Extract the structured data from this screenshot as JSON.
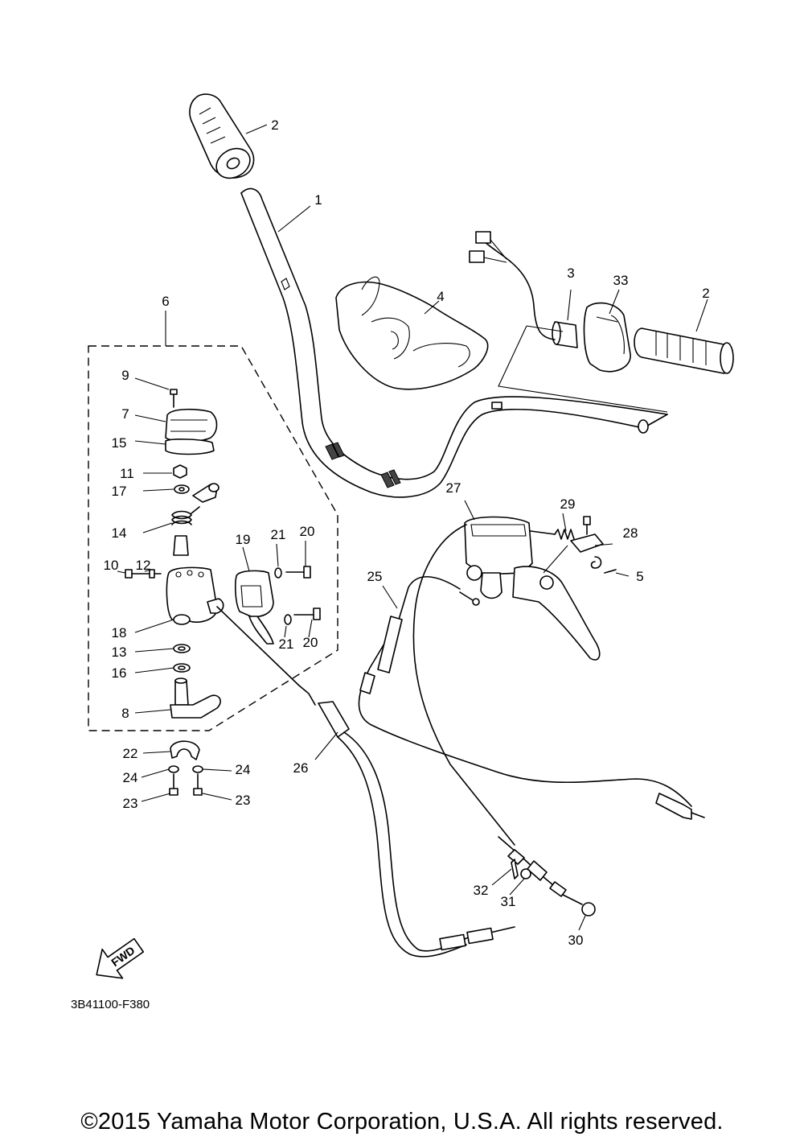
{
  "diagram": {
    "labels": [
      "1",
      "2",
      "2",
      "3",
      "4",
      "5",
      "6",
      "7",
      "8",
      "9",
      "10",
      "11",
      "12",
      "13",
      "14",
      "15",
      "16",
      "17",
      "18",
      "19",
      "20",
      "20",
      "21",
      "21",
      "22",
      "23",
      "23",
      "24",
      "24",
      "25",
      "26",
      "27",
      "28",
      "29",
      "30",
      "31",
      "32",
      "33"
    ],
    "fwd_text": "FWD",
    "diagram_code": "3B41100-F380"
  },
  "footer": {
    "copyright": "©2015 Yamaha Motor Corporation, U.S.A. All rights reserved."
  }
}
